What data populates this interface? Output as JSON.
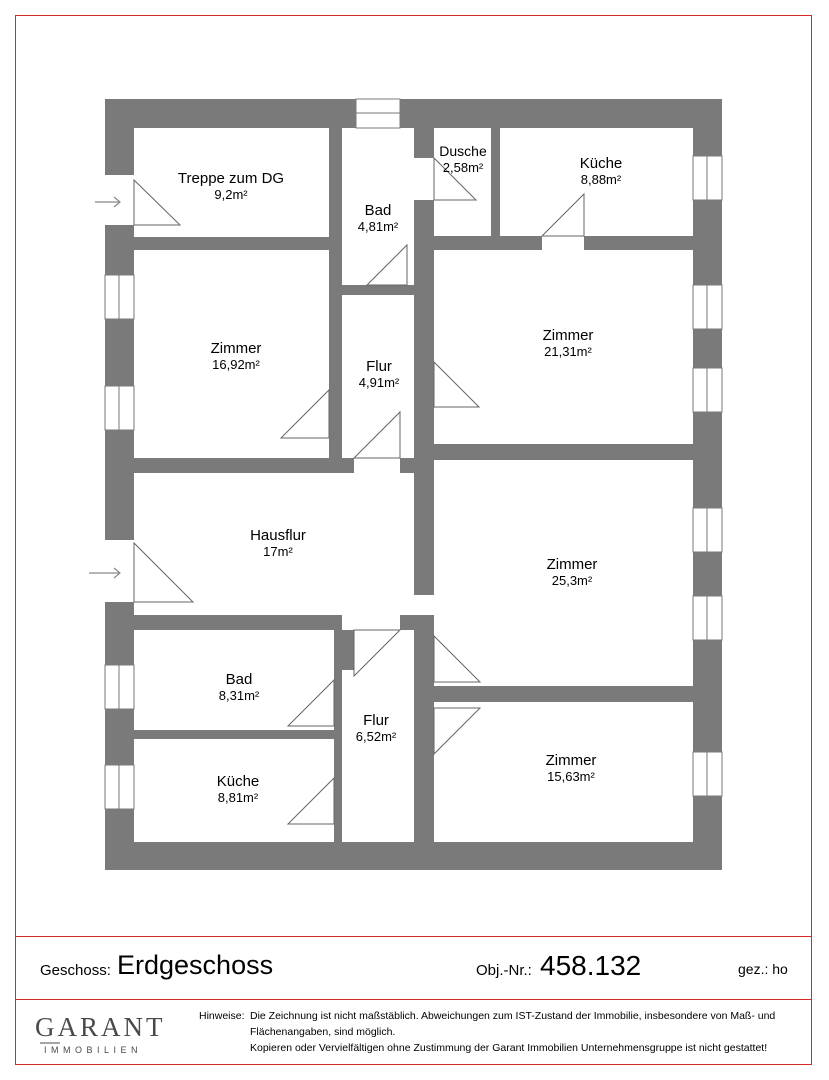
{
  "rooms": [
    {
      "name": "Treppe zum DG",
      "area": "9,2m²"
    },
    {
      "name": "Bad",
      "area": "4,81m²"
    },
    {
      "name": "Dusche",
      "area": "2,58m²"
    },
    {
      "name": "Küche",
      "area": "8,88m²"
    },
    {
      "name": "Zimmer",
      "area": "16,92m²"
    },
    {
      "name": "Flur",
      "area": "4,91m²"
    },
    {
      "name": "Zimmer",
      "area": "21,31m²"
    },
    {
      "name": "Hausflur",
      "area": "17m²"
    },
    {
      "name": "Zimmer",
      "area": "25,3m²"
    },
    {
      "name": "Bad",
      "area": "8,31m²"
    },
    {
      "name": "Flur",
      "area": "6,52m²"
    },
    {
      "name": "Zimmer",
      "area": "15,63m²"
    },
    {
      "name": "Küche",
      "area": "8,81m²"
    }
  ],
  "footer": {
    "geschoss_label": "Geschoss:",
    "geschoss_value": "Erdgeschoss",
    "obj_label": "Obj.-Nr.:",
    "obj_value": "458.132",
    "gez": "gez.: ho",
    "logo_main": "GARANT",
    "logo_sub": "IMMOBILIEN",
    "hinweise_label": "Hinweise:",
    "hinweise_line1": "Die Zeichnung ist nicht maßstäblich. Abweichungen zum IST-Zustand der Immobilie, insbesondere von Maß- und",
    "hinweise_line2": "Flächenangaben, sind möglich.",
    "hinweise_line3": "Kopieren oder Vervielfältigen ohne Zustimmung der Garant Immobilien Unternehmensgruppe ist nicht gestattet!"
  },
  "colors": {
    "wall": "#7a7a7a",
    "border": "#d42a2a",
    "logo": "#4a4a4a"
  }
}
